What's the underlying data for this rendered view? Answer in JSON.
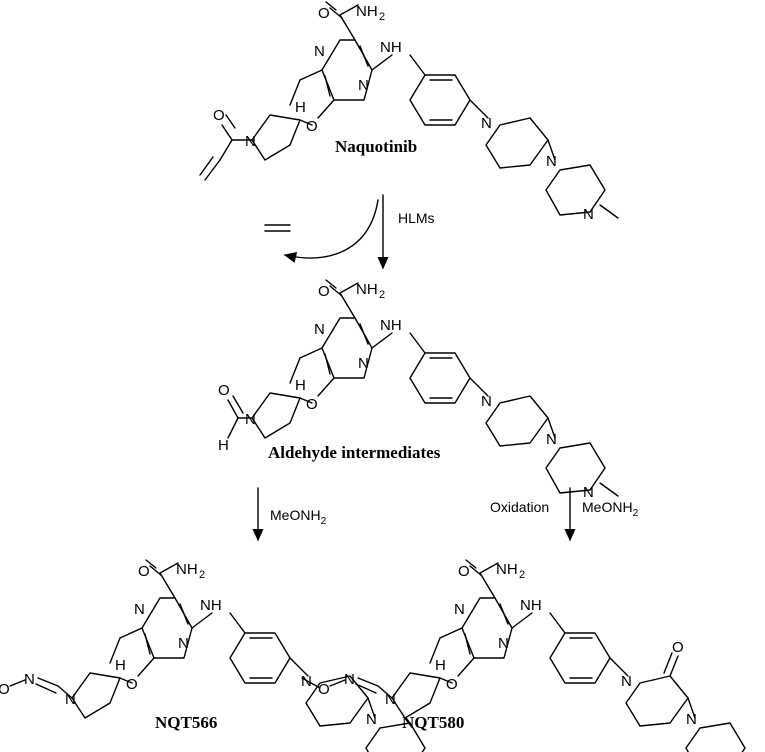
{
  "compounds": {
    "naquotinib": "Naquotinib",
    "aldehyde": "Aldehyde intermediates",
    "nqt566": "NQT566",
    "nqt580": "NQT580"
  },
  "conditions": {
    "step1": "HLMs",
    "step2_left": "MeONH",
    "step2_left_sub": "2",
    "step2_right_a": "Oxidation",
    "step2_right_b": "MeONH",
    "step2_right_sub": "2"
  },
  "atoms": {
    "nh": "NH",
    "amide_c": "O",
    "amide_n": "NH",
    "amide_sub": "2",
    "n": "N",
    "o": "O",
    "h": "H"
  }
}
